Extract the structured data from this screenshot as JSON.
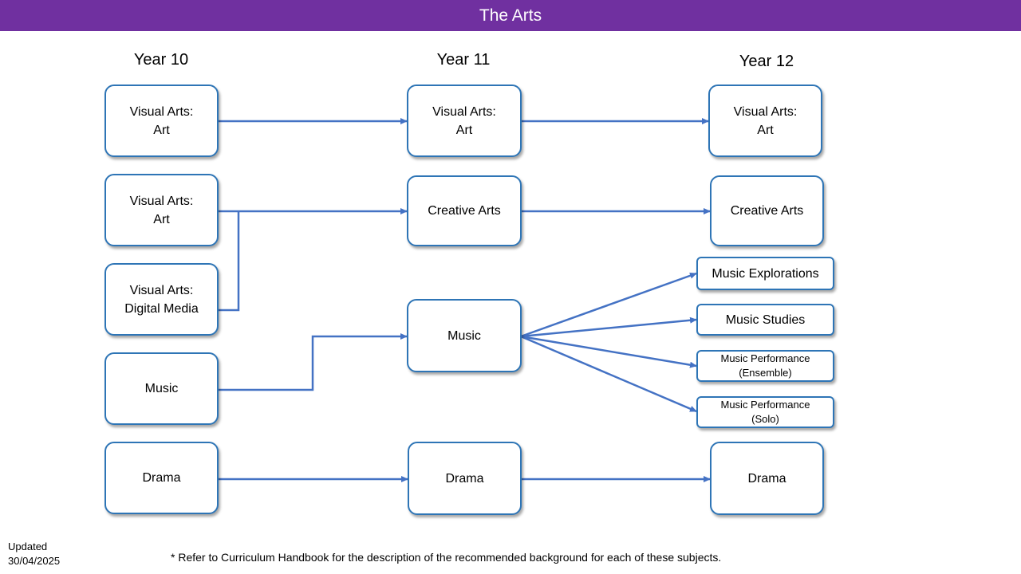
{
  "header": {
    "title": "The Arts"
  },
  "columns": {
    "year10": "Year 10",
    "year11": "Year 11",
    "year12": "Year 12"
  },
  "year10": {
    "visual_arts_art": "Visual Arts:\nArt",
    "visual_arts_art_2": "Visual Arts:\nArt",
    "visual_arts_digital_media": "Visual Arts:\nDigital Media",
    "music": "Music",
    "drama": "Drama"
  },
  "year11": {
    "visual_arts_art": "Visual Arts:\nArt",
    "creative_arts": "Creative Arts",
    "music": "Music",
    "drama": "Drama"
  },
  "year12": {
    "visual_arts_art": "Visual Arts:\nArt",
    "creative_arts": "Creative Arts",
    "music_explorations": "Music Explorations",
    "music_studies": "Music Studies",
    "music_performance_ensemble": "Music Performance\n(Ensemble)",
    "music_performance_solo": "Music Performance\n(Solo)",
    "drama": "Drama"
  },
  "footer": {
    "updated": "Updated\n30/04/2025",
    "note": "* Refer to Curriculum Handbook for the description of the recommended  background for each of these subjects."
  },
  "colors": {
    "title_bar": "#7030a0",
    "box_border": "#2e75b6",
    "arrow": "#4472c4"
  }
}
